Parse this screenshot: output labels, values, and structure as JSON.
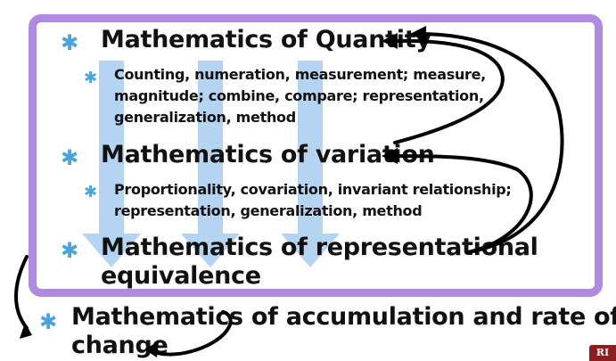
{
  "items": [
    {
      "level": 1,
      "text": "Mathematics of Quantity"
    },
    {
      "level": 2,
      "lines": [
        "Counting, numeration, measurement; measure,",
        "magnitude; combine, compare; representation,",
        "generalization, method"
      ]
    },
    {
      "level": 1,
      "text": "Mathematics of variation"
    },
    {
      "level": 2,
      "lines": [
        "Proportionality, covariation, invariant relationship;",
        "representation, generalization, method"
      ]
    },
    {
      "level": 1,
      "lines": [
        "Mathematics of representational",
        "equivalence"
      ]
    },
    {
      "level": 1,
      "lines": [
        "Mathematics of accumulation and rate of",
        "change"
      ]
    }
  ],
  "bullet_glyph": "✱",
  "logo_text": "RI",
  "colors": {
    "frame": "#b08ae0",
    "bullet": "#4aa3dd",
    "down_arrows": "#a7cdef",
    "curve_arrows": "#000000"
  }
}
